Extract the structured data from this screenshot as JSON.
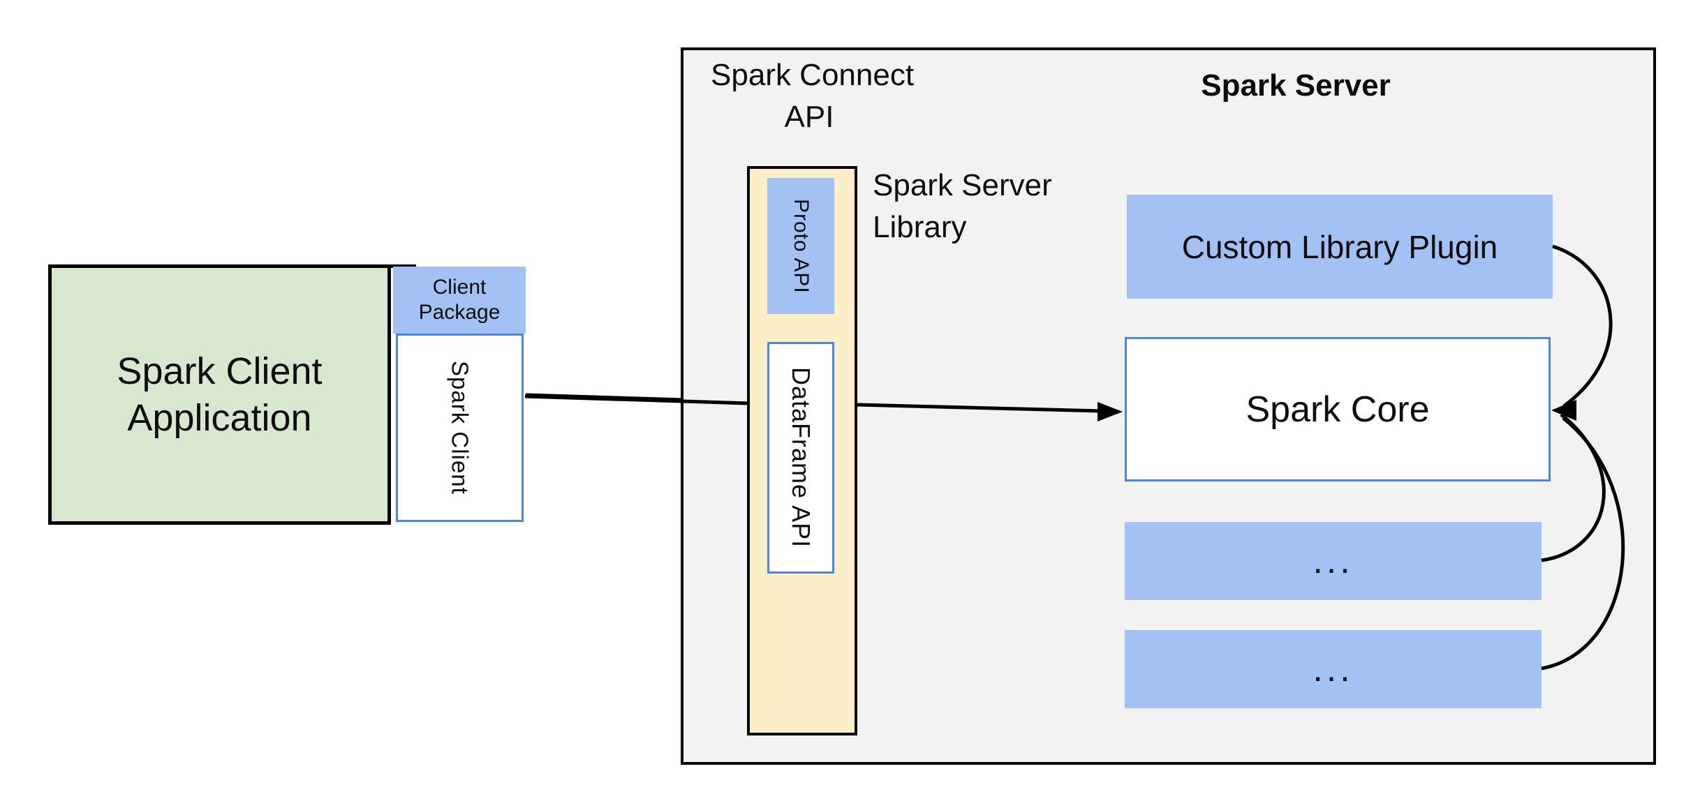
{
  "colors": {
    "green_fill": "#D7E8CF",
    "blue_fill": "#A3C2F3",
    "yellow_fill": "#FCEEC6",
    "gray_fill": "#F2F2F2",
    "blue_border": "#4A86E8",
    "line_black": "#000000"
  },
  "client_application": {
    "line1": "Spark Client",
    "line2": "Application"
  },
  "client_package": {
    "line1": "Client",
    "line2": "Package"
  },
  "spark_client": {
    "label": "Spark Client"
  },
  "spark_connect_api": {
    "line1": "Spark Connect",
    "line2": "API"
  },
  "proto_api": {
    "label": "Proto API"
  },
  "dataframe_api": {
    "label": "DataFrame API"
  },
  "spark_server_library": {
    "line1": "Spark Server",
    "line2": "Library"
  },
  "spark_server": {
    "title": "Spark Server"
  },
  "custom_library_plugin": {
    "label": "Custom Library Plugin"
  },
  "spark_core": {
    "label": "Spark Core"
  },
  "plugin_placeholder_1": {
    "label": "..."
  },
  "plugin_placeholder_2": {
    "label": "..."
  }
}
